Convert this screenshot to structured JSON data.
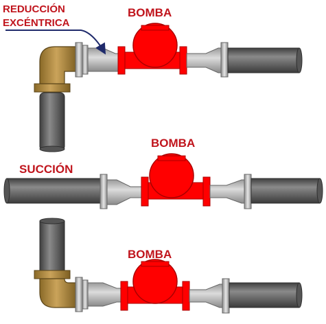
{
  "diagram": {
    "annotation": {
      "line1": "REDUCCIÓN",
      "line2": "EXCÉNTRICA"
    },
    "labels": {
      "pump_top": "BOMBA",
      "pump_middle": "BOMBA",
      "pump_bottom": "BOMBA",
      "suction": "SUCCIÓN"
    },
    "colors": {
      "pump_red": "#ff0000",
      "pipe_gray": "#5f5f5f",
      "elbow_tan": "#b08a3c",
      "flange_gray": "#c8c8c8",
      "label_red": "#c0141c",
      "arrow_blue": "#1f2a6b"
    }
  }
}
